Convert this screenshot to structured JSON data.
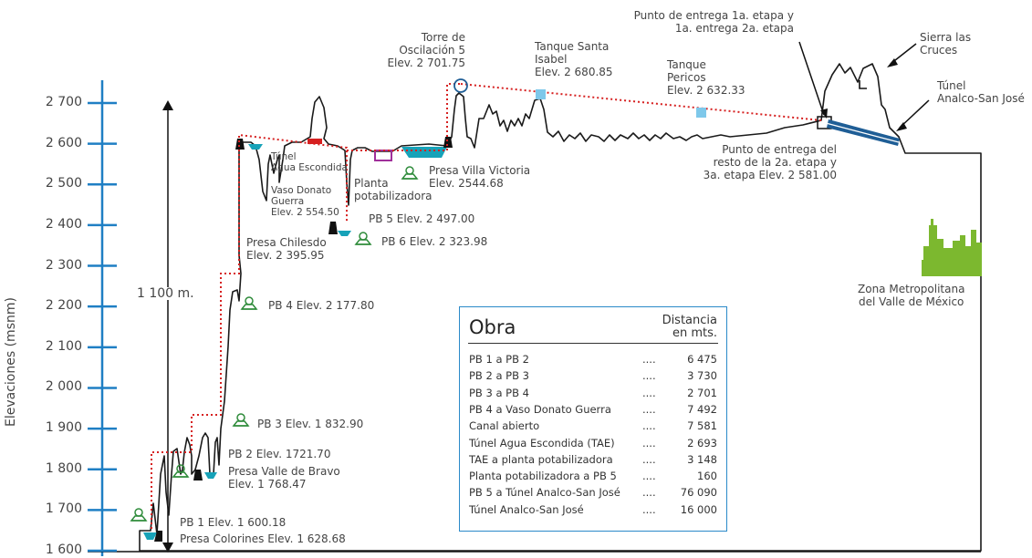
{
  "y_axis": {
    "title": "Elevaciones (msnm)",
    "ticks": [
      "2 700",
      "2 600",
      "2 500",
      "2 400",
      "2 300",
      "2 200",
      "2 100",
      "2 000",
      "1 900",
      "1 800",
      "1 700",
      "1 600"
    ]
  },
  "total_height_label": "1 100 m.",
  "colors": {
    "axis": "#1f7fc4",
    "terrain": "#1a1a1a",
    "pipeline": "#d62020",
    "water": "#17a2b8",
    "pump_icon": "#2e8b3a",
    "tank": "#7ec8ea",
    "tunnel": "#1f5e96",
    "city": "#7cb82f",
    "treatment_plant": "#a0309a"
  },
  "labels": {
    "torre": "Torre de\nOscilación 5\nElev. 2 701.75",
    "tanque_santa_isabel": "Tanque Santa\nIsabel\nElev. 2 680.85",
    "tanque_pericos": "Tanque\nPericos\nElev. 2 632.33",
    "punto_entrega_1": "Punto de entrega 1a. etapa y\n1a. entrega 2a. etapa",
    "sierra": "Sierra las\nCruces",
    "tunel_analco": "Túnel\nAnalco-San José",
    "punto_entrega_resto": "Punto de entrega del\nresto de la 2a. etapa y\n3a. etapa Elev. 2 581.00",
    "tunel_agua_escondida": "Túnel\nAgua Escondida",
    "vaso_donato": "Vaso Donato\nGuerra\nElev. 2 554.50",
    "planta": "Planta\npotabilizadora",
    "presa_villa_victoria": "Presa Villa Victoria\nElev. 2544.68",
    "pb5": "PB 5 Elev. 2 497.00",
    "pb6": "PB 6 Elev. 2 323.98",
    "presa_chilesdo": "Presa Chilesdo\nElev. 2 395.95",
    "pb4": "PB 4 Elev. 2 177.80",
    "zona_metropolitana": "Zona Metropolitana\ndel Valle de México",
    "pb3": "PB 3 Elev. 1 832.90",
    "pb2": "PB 2 Elev. 1721.70",
    "presa_valle_bravo": "Presa Valle de Bravo\nElev. 1 768.47",
    "pb1": "PB 1 Elev. 1 600.18",
    "presa_colorines": "Presa Colorines Elev. 1 628.68"
  },
  "table": {
    "title": "Obra",
    "header": "Distancia\nen mts.",
    "rows": [
      {
        "name": "PB 1 a PB  2",
        "dots": "....",
        "value": "6 475"
      },
      {
        "name": "PB 2 a PB 3",
        "dots": "....",
        "value": "3 730"
      },
      {
        "name": "PB 3 a PB 4",
        "dots": "....",
        "value": "2 701"
      },
      {
        "name": "PB 4 a Vaso Donato Guerra",
        "dots": "....",
        "value": "7 492"
      },
      {
        "name": "Canal abierto",
        "dots": "....",
        "value": "7 581"
      },
      {
        "name": "Túnel Agua Escondida (TAE)",
        "dots": "....",
        "value": "2 693"
      },
      {
        "name": "TAE a planta potabilizadora",
        "dots": "....",
        "value": "3 148"
      },
      {
        "name": "Planta potabilizadora a  PB 5",
        "dots": "....",
        "value": "160"
      },
      {
        "name": "PB 5 a Túnel Analco-San José",
        "dots": "....",
        "value": "76 090"
      },
      {
        "name": "Túnel Analco-San José",
        "dots": "....",
        "value": "16 000"
      }
    ]
  }
}
